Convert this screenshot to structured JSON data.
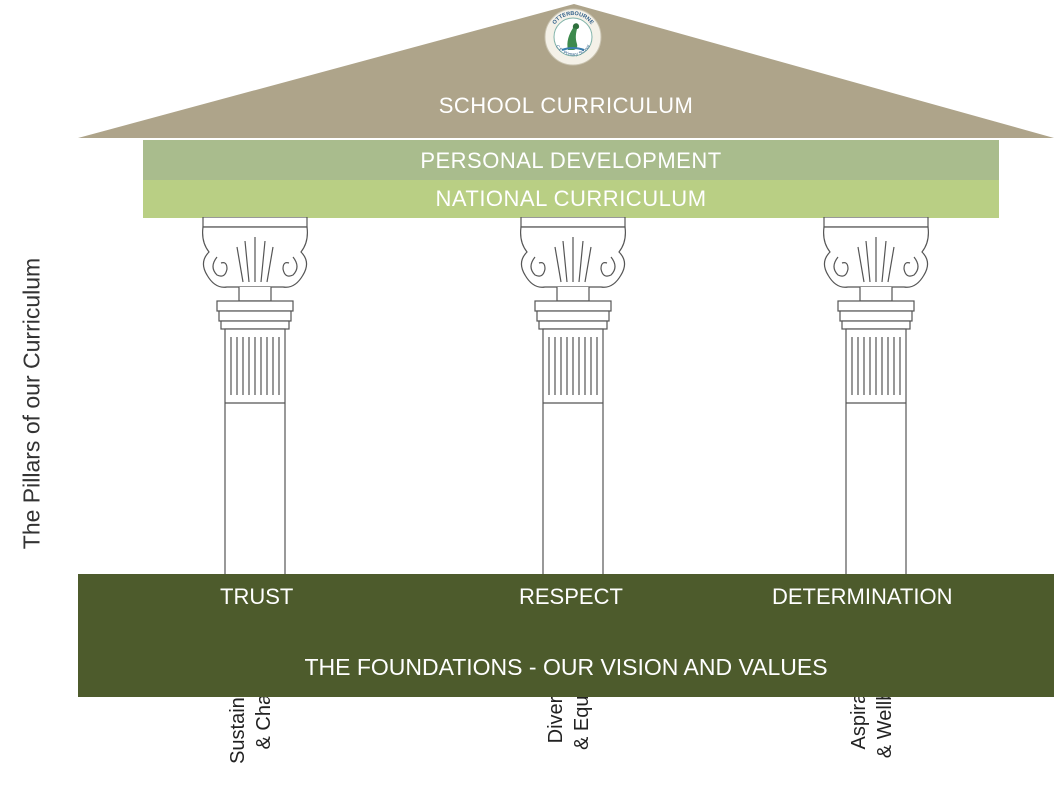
{
  "side_label": "The Pillars of our Curriculum",
  "roof": {
    "title": "SCHOOL CURRICULUM",
    "logo": {
      "icon": "school-crest-logo",
      "text_top": "OTTERBOURNE",
      "text_bottom": "C.E. Primary School"
    },
    "color": "#aea48a"
  },
  "bands": {
    "personal_development": "PERSONAL DEVELOPMENT",
    "national_curriculum": "NATIONAL CURRICULUM"
  },
  "pillars": [
    {
      "line1": "Sustainability",
      "line2": "& Change"
    },
    {
      "line1": "Diversity",
      "line2": "& Equality"
    },
    {
      "line1": "Aspiration",
      "line2": "& Wellbeing"
    }
  ],
  "values": [
    "TRUST",
    "RESPECT",
    "DETERMINATION"
  ],
  "foundation": {
    "title": "THE FOUNDATIONS - OUR VISION AND VALUES",
    "color": "#4d5b2c"
  }
}
